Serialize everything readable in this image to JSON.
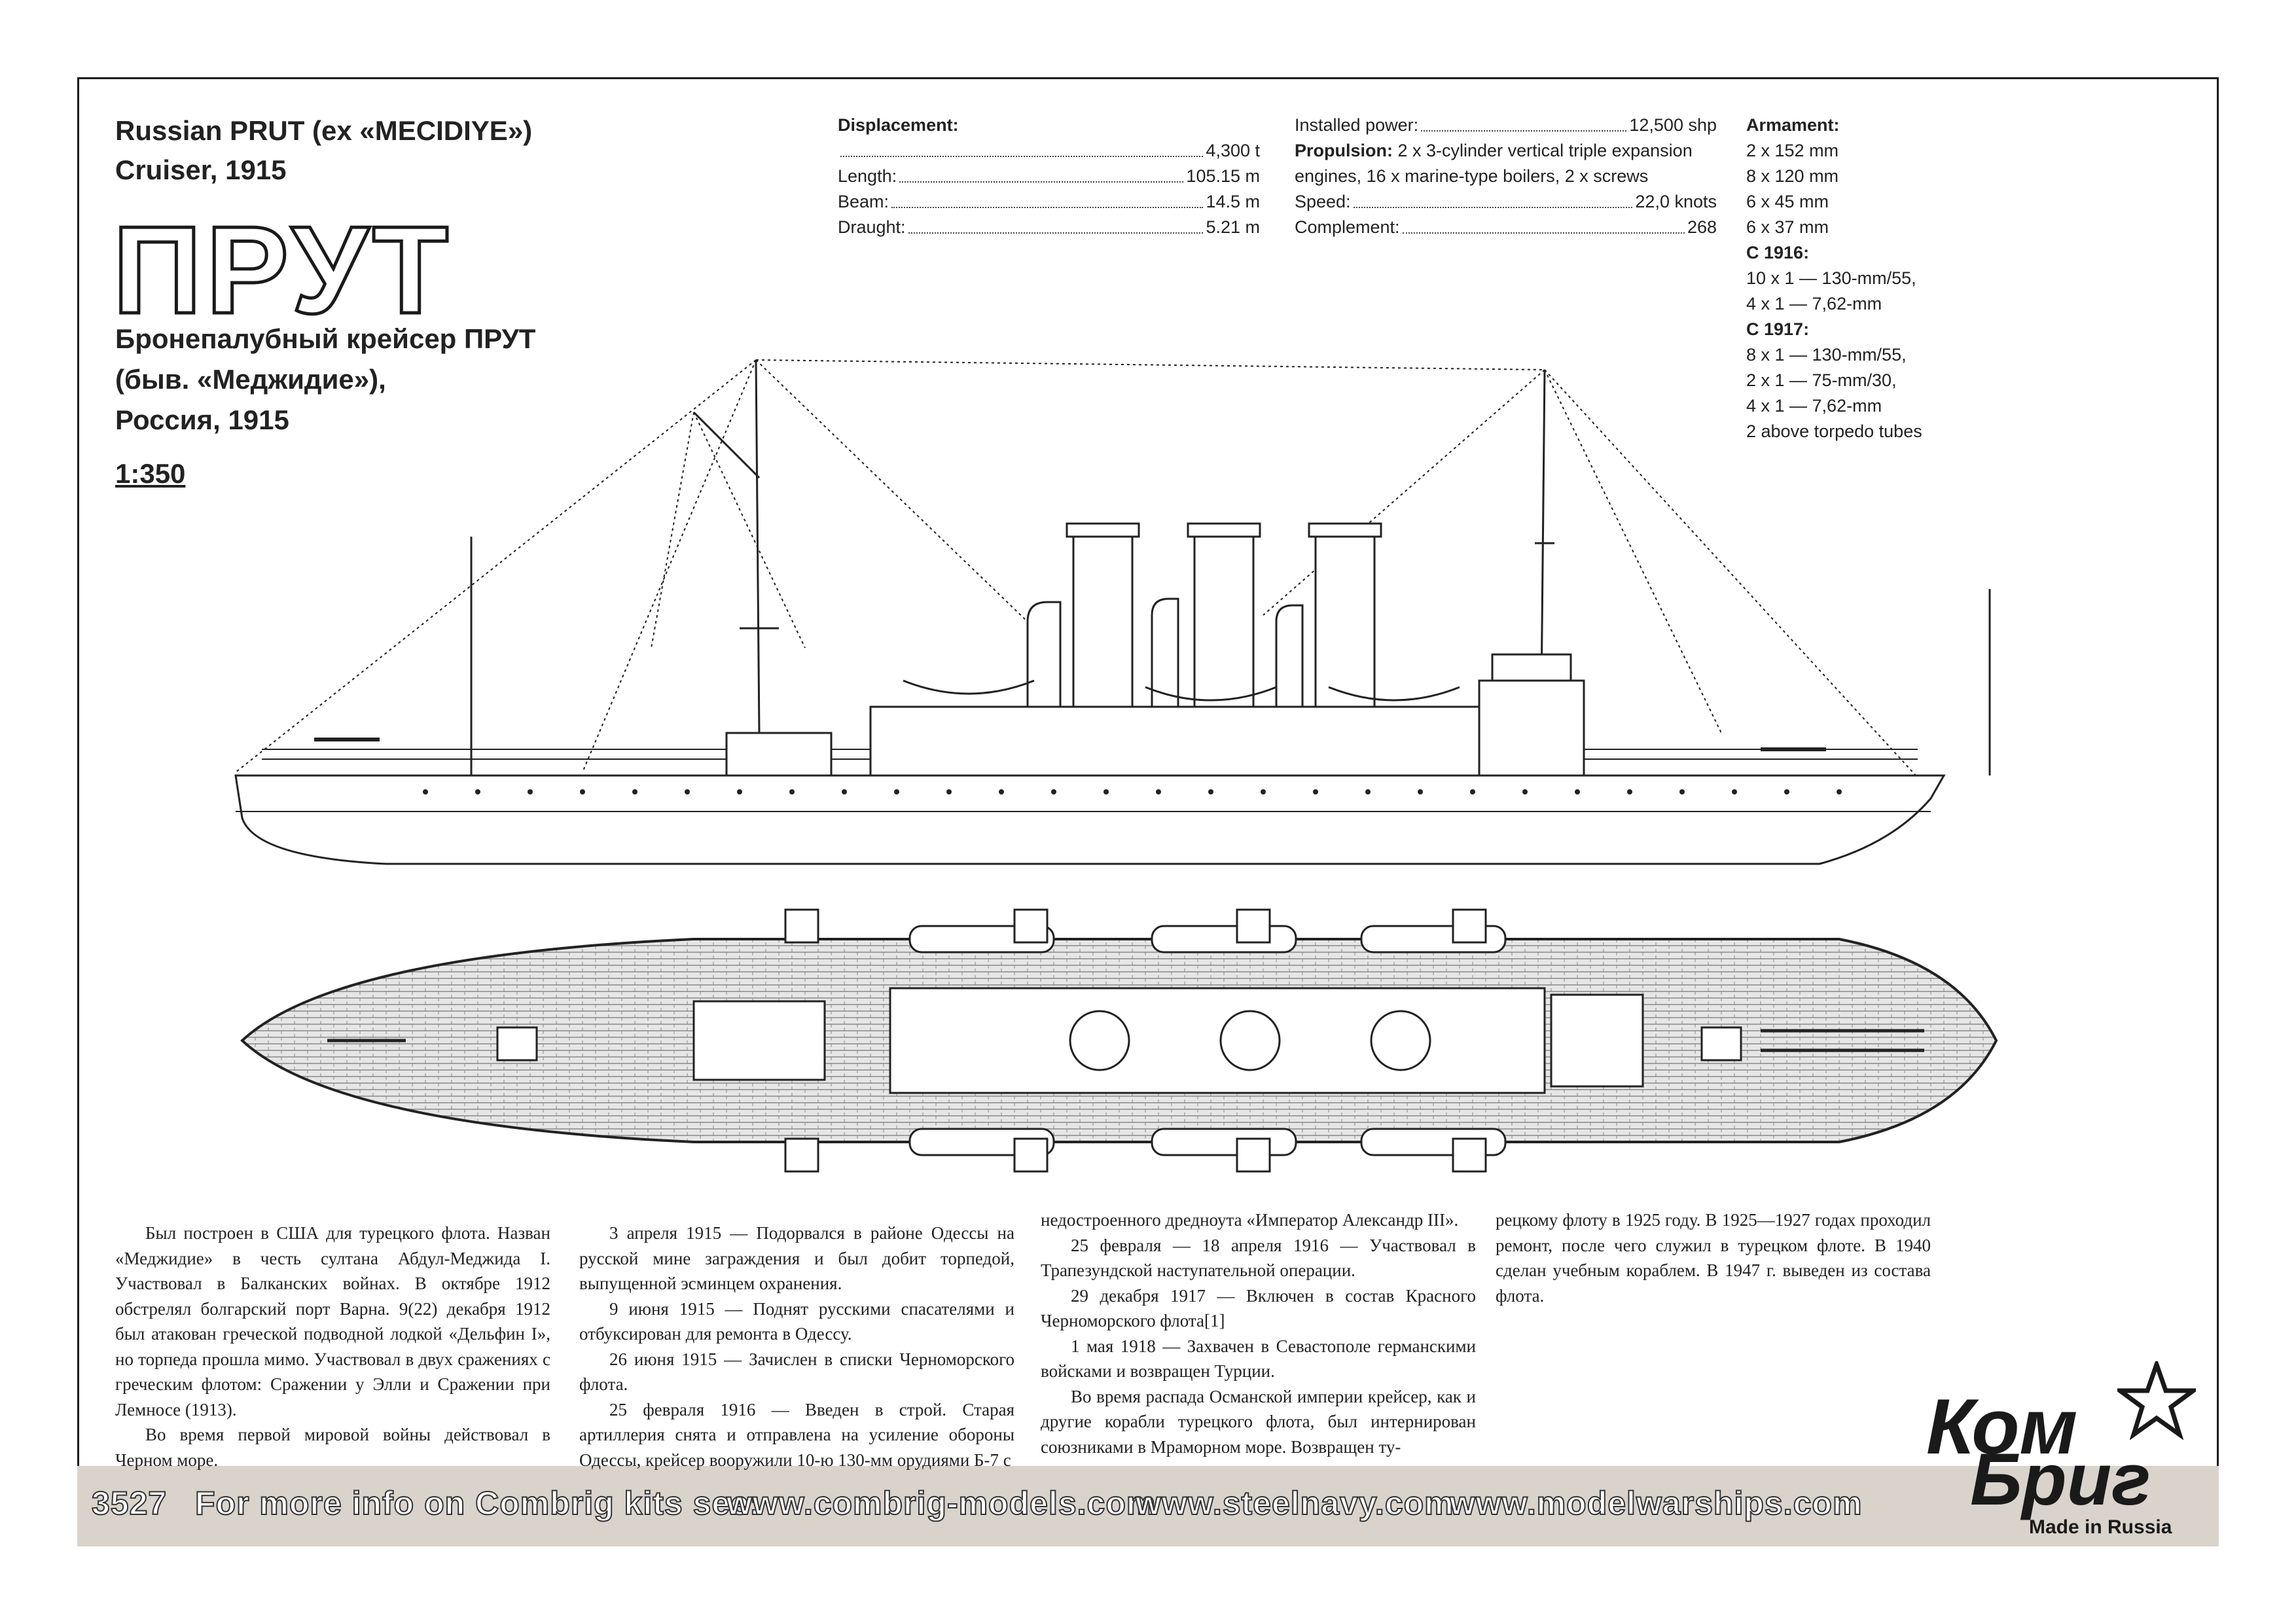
{
  "header": {
    "title_en_line1": "Russian PRUT (ex «MECIDIYE»)",
    "title_en_line2": "Cruiser, 1915",
    "big_title": "ПРУТ",
    "title_ru_line1": "Бронепалубный крейсер ПРУТ",
    "title_ru_line2": "(быв. «Меджидие»),",
    "title_ru_line3": "Россия, 1915",
    "scale": "1:350"
  },
  "specs_left": {
    "heading": "Displacement:",
    "rows": [
      {
        "label": "",
        "value": "4,300 t"
      },
      {
        "label": "Length:",
        "value": "105.15 m"
      },
      {
        "label": "Beam:",
        "value": "14.5 m"
      },
      {
        "label": "Draught:",
        "value": "5.21 m"
      }
    ]
  },
  "specs_mid": {
    "installed_label": "Installed power:",
    "installed_value": "12,500 shp",
    "propulsion_label": "Propulsion:",
    "propulsion_text": " 2 x 3-cylinder vertical triple expansion",
    "propulsion_text2": "engines, 16 x marine-type boilers, 2 x screws",
    "speed_label": "Speed:",
    "speed_value": "22,0 knots",
    "complement_label": "Complement:",
    "complement_value": "268"
  },
  "armament": {
    "heading": "Armament:",
    "lines": [
      "2 x 152 mm",
      "8 x 120 mm",
      "6 x 45 mm",
      "6 x 37 mm"
    ],
    "c1916_heading": "С 1916:",
    "c1916_lines": [
      "10 x 1 — 130-mm/55,",
      "4 x 1 — 7,62-mm"
    ],
    "c1917_heading": "С 1917:",
    "c1917_lines": [
      "8 x 1 — 130-mm/55,",
      "2 x 1 — 75-mm/30,",
      "4 x 1 — 7,62-mm",
      "2 above torpedo tubes"
    ]
  },
  "body": {
    "col1": [
      "Был построен в США для турецкого флота. Назван «Меджидие» в честь султана Абдул-Меджида I. Участвовал в Балканских войнах. В октябре 1912 обстрелял болгарский порт Варна. 9(22) декабря 1912 был атакован греческой подводной лодкой «Дельфин I», но торпеда прошла мимо. Участвовал в двух сражениях с греческим флотом: Сражении у Элли и Сражении при Лемносе (1913).",
      "Во время первой мировой войны действовал в Черном море."
    ],
    "col2": [
      "3 апреля 1915 — Подорвался в районе Одессы на русской мине заграждения и был добит торпедой, выпущенной эсминцем охранения.",
      "9 июня 1915 — Поднят русскими спасателями и отбуксирован для ремонта в Одессу.",
      "26 июня 1915 — Зачислен в списки Черноморского флота.",
      "25 февраля 1916 — Введен в строй. Старая артиллерия снята и отправлена на усиление обороны Одессы, крейсер вооружили 10-ю 130-мм орудиями Б-7 с"
    ],
    "col3": [
      "недостроенного дредноута «Император Александр III».",
      "25 февраля — 18 апреля 1916 — Участвовал в Трапезундской наступательной операции.",
      "29 декабря 1917 — Включен в состав Красного Черноморского флота[1]",
      "1 мая 1918 — Захвачен в Севастополе германскими войсками и возвращен Турции.",
      "Во время распада Османской империи крейсер, как и другие корабли турецкого флота, был интернирован союзниками в Мраморном море. Возвращен ту-"
    ],
    "col4": [
      "рецкому флоту в 1925 году. В 1925—1927 годах проходил ремонт, после чего служил в турецком флоте. В 1940 сделан учебным кораблем. В 1947 г. выведен из состава флота."
    ]
  },
  "footer": {
    "kit_number": "3527",
    "info_text": "For more info on Combrig kits see:",
    "link1": "www.combrig-models.com",
    "link2": "www.steelnavy.com",
    "link3": "www.modelwarships.com"
  },
  "logo": {
    "line1": "Ком",
    "line2": "Бриг",
    "made_in": "Made in Russia"
  }
}
